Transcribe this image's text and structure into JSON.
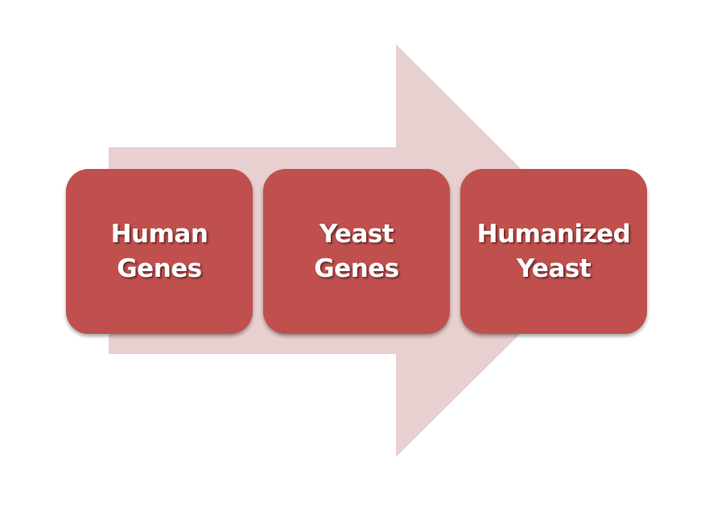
{
  "diagram": {
    "type": "process-arrow",
    "arrow_color": "#e8cfd0",
    "box_color": "#c0504d",
    "text_color": "#ffffff",
    "steps": [
      {
        "label": "Human\nGenes"
      },
      {
        "label": "Yeast\nGenes"
      },
      {
        "label": "Humanized\nYeast"
      }
    ]
  }
}
